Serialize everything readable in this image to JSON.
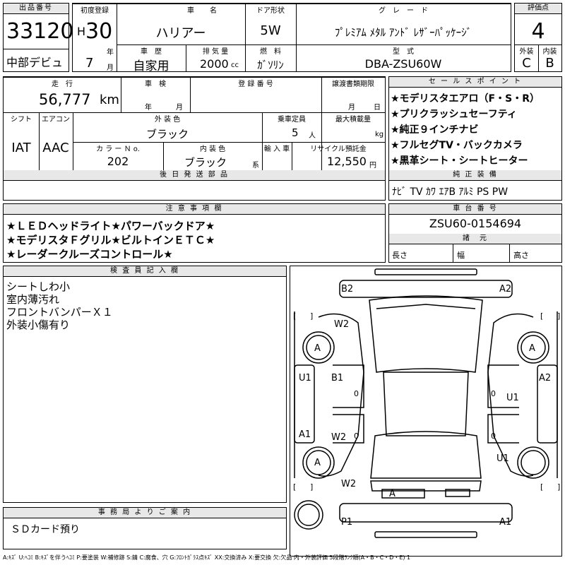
{
  "top": {
    "lot_no_label": "出品番号",
    "lot_no": "33120",
    "debut_label": "中部デビュ",
    "reg_label": "初度登録",
    "era": "H",
    "year": "30",
    "year_unit": "年",
    "month": "7",
    "month_unit": "月",
    "car_name_label": "車　名",
    "car_name": "ハリアー",
    "door_label": "ドア形状",
    "door": "5W",
    "grade_label": "グ　レ　ー　ド",
    "grade": "ﾌﾟﾚﾐｱﾑ ﾒﾀﾙ ｱﾝﾄﾞ ﾚｻﾞｰﾊﾟｯｹｰｼﾞ",
    "score_label": "評価点",
    "score": "4",
    "history_label": "車　歴",
    "history": "自家用",
    "disp_label": "排 気 量",
    "disp": "2000",
    "disp_unit": "cc",
    "fuel_label": "燃　料",
    "fuel": "ｶﾞｿﾘﾝ",
    "model_label": "型　式",
    "model": "DBA-ZSU60W",
    "ext_label": "外装",
    "int_label": "内装",
    "ext_grade": "C",
    "int_grade": "B"
  },
  "mid": {
    "mileage_label": "走　行",
    "mileage": "56,777",
    "mileage_unit": "km",
    "inspection_label": "車　検",
    "insp_year_unit": "年",
    "insp_month_unit": "月",
    "reg_no_label": "登 録 番 号",
    "transfer_label": "譲渡書類期限",
    "transfer_month_unit": "月",
    "transfer_day_unit": "日",
    "shift_label": "シフト",
    "ac_label": "エアコン",
    "shift": "IAT",
    "ac": "AAC",
    "ext_color_label": "外 装 色",
    "ext_color": "ブラック",
    "capacity_label": "乗車定員",
    "capacity": "5",
    "capacity_unit": "人",
    "max_load_label": "最大積載量",
    "max_load_unit": "kg",
    "color_no_label": "カ ラ ー Ｎ o.",
    "color_no": "202",
    "int_color_label": "内 装 色",
    "int_color": "ブラック",
    "int_color_unit": "系",
    "import_label": "輸 入 車",
    "recycle_label": "リサイクル預託金",
    "recycle": "12,550",
    "recycle_unit": "円",
    "later_parts_label": "後 日 発 送 部 品"
  },
  "sales": {
    "label": "セ ー ル ス ポ イ ン ト",
    "points": [
      "★モデリスタエアロ（F・S・R）",
      "★プリクラッシュセーフティ",
      "★純正９インチナビ",
      "★フルセグTV・バックカメラ",
      "★黒革シート・シートヒーター"
    ]
  },
  "equipment": {
    "label": "純 正 装 備",
    "items": "ﾅﾋﾞ TV ｶﾜ ｴｱB ｱﾙﾐ PS PW"
  },
  "caution": {
    "label": "注 意 事 項 欄",
    "lines": [
      "★ＬＥＤヘッドライト★パワーバックドア★",
      "★モデリスタＦグリル★ビルトインＥＴＣ★",
      "★レーダークルーズコントロール★"
    ]
  },
  "chassis": {
    "label": "車 台 番 号",
    "number": "ZSU60-0154694",
    "dims_label": "諸　元",
    "length_label": "長さ",
    "width_label": "幅",
    "height_label": "高さ"
  },
  "inspector": {
    "label": "検 査 員 記 入 欄",
    "lines": [
      "シートしわ小",
      "室内薄汚れ",
      "フロントバンパーＸ１",
      "外装小傷有り"
    ]
  },
  "diagram": {
    "marks": [
      "B2",
      "A2",
      "W2",
      "A",
      "A",
      "U1",
      "B1",
      "A2",
      "U1",
      "A1",
      "W2",
      "U1",
      "A",
      "W2",
      "A",
      "P1",
      "A1"
    ],
    "zeros": [
      "0",
      "0",
      "0",
      "0"
    ],
    "brackets": [
      "[",
      "]",
      "[",
      "]",
      "[",
      "]",
      "[",
      "]"
    ]
  },
  "office": {
    "label": "事 務 局 よ り ご 案 内",
    "text": "ＳＤカード預り"
  },
  "legend": "A:ｷｽﾞ U:ﾍｺﾐ B:ｷｽﾞを伴うﾍｺﾐ P:要塗装 W:補修跡 S:錆 C:腐食、穴 G:ﾌﾛﾝﾄｶﾞﾗｽ点ｷｽﾞ XX:交換済み X:要交換 欠:欠品 内・外装評価 5段階ﾗﾝｸ順(A・B・C・D・E) 1"
}
